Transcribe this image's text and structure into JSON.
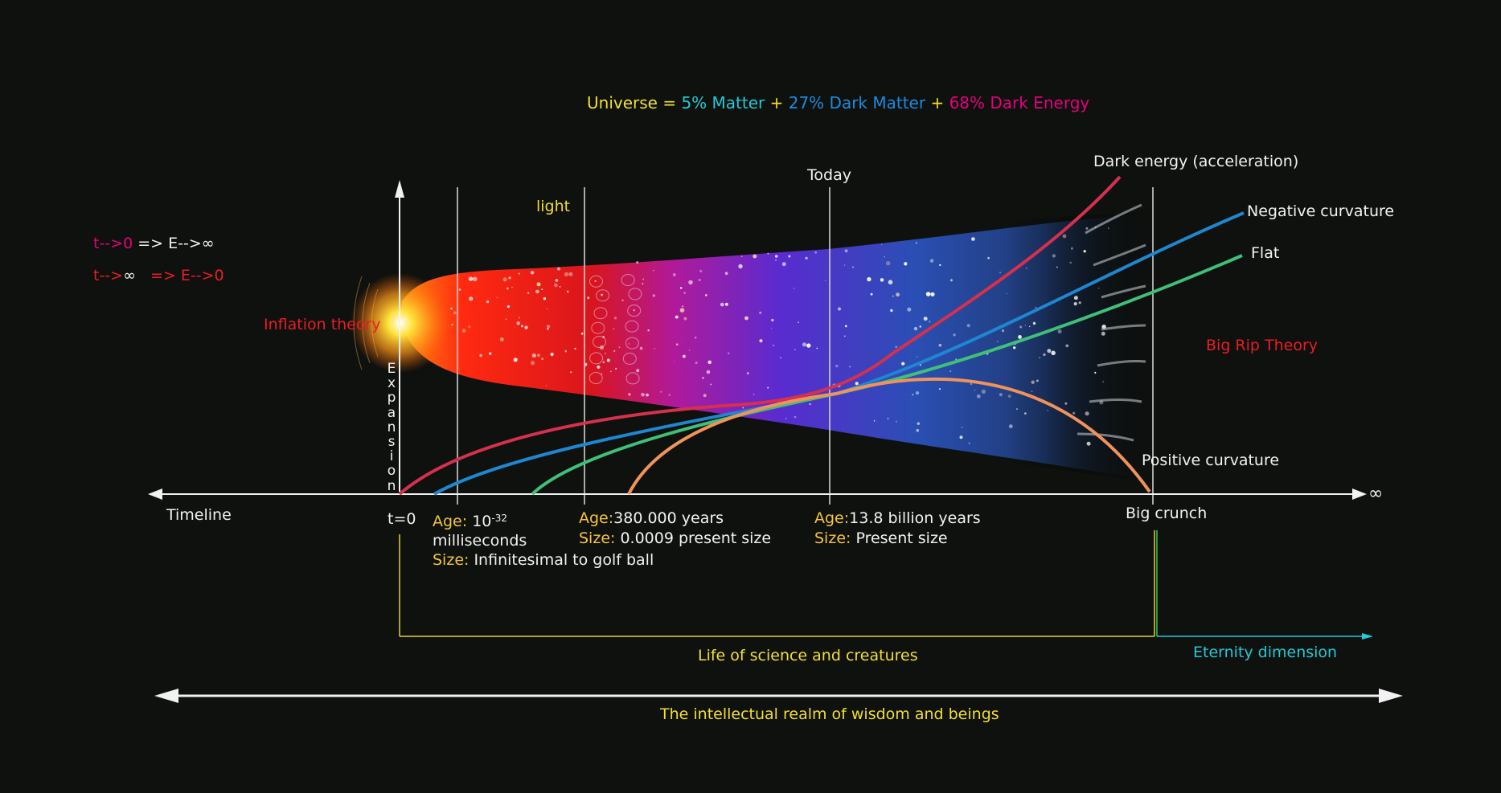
{
  "header": {
    "universe_label": "Universe =",
    "matter": "5% Matter",
    "plus1": "+",
    "dark_matter": "27% Dark Matter",
    "plus2": "+",
    "dark_energy": "68% Dark Energy"
  },
  "formulas": {
    "f1_left": "t-->0",
    "f1_right": "=> E-->",
    "f1_inf": "∞",
    "f2_left": "t-->",
    "f2_inf": "∞",
    "f2_right": "=> E-->0"
  },
  "labels": {
    "inflation": "Inflation theory",
    "expansion": "Expansion",
    "light": "light",
    "today": "Today",
    "dark_energy_curve": "Dark energy (acceleration)",
    "negative_curvature": "Negative curvature",
    "flat": "Flat",
    "big_rip": "Big Rip Theory",
    "positive_curvature": "Positive curvature",
    "timeline": "Timeline",
    "t0": "t=0",
    "infinity": "∞",
    "big_crunch": "Big crunch",
    "life": "Life of science and creatures",
    "eternity": "Eternity dimension",
    "realm": "The intellectual realm of wisdom and beings"
  },
  "epochs": [
    {
      "age_key": "Age:",
      "age_value": "10",
      "age_exp": "-32",
      "age_unit": "milliseconds",
      "size_key": "Size:",
      "size_value": "Infinitesimal to golf ball"
    },
    {
      "age_key": "Age:",
      "age_value": "380.000 years",
      "size_key": "Size:",
      "size_value": "0.0009 present size"
    },
    {
      "age_key": "Age:",
      "age_value": "13.8 billion years",
      "size_key": "Size:",
      "size_value": "Present size"
    }
  ],
  "colors": {
    "background": "#0e110e",
    "yellow": "#f4df2e",
    "red": "#ec1c24",
    "cyan": "#22c9d8",
    "blue": "#1c8be0",
    "magenta": "#e6007e",
    "curve_dark_energy": "#d6304d",
    "curve_negative": "#1f86d0",
    "curve_flat": "#3fbf7a",
    "curve_positive": "#f0935a"
  }
}
